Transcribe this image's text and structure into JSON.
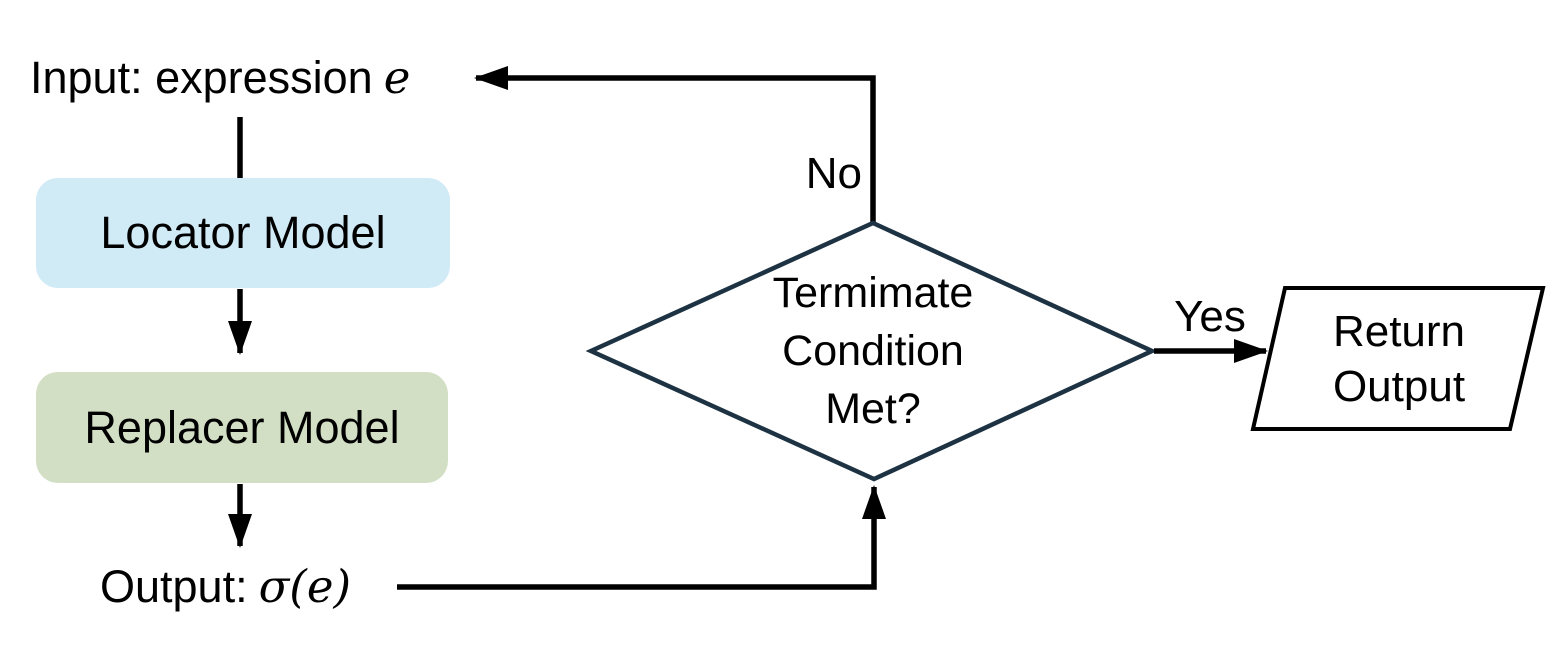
{
  "diagram": {
    "input": {
      "prefix": "Input: expression",
      "symbol": "e"
    },
    "locator": {
      "label": "Locator Model"
    },
    "replacer": {
      "label": "Replacer Model"
    },
    "output": {
      "prefix": "Output:",
      "symbol": "σ(e)"
    },
    "decision": {
      "line1": "Termimate",
      "line2": "Condition",
      "line3": "Met?"
    },
    "edges": {
      "no": "No",
      "yes": "Yes"
    },
    "terminal": {
      "line1": "Return",
      "line2": "Output"
    },
    "colors": {
      "locator_fill": "#D0EAF6",
      "replacer_fill": "#D2DFC4",
      "decision_stroke": "#1D3242",
      "terminal_stroke": "#000000",
      "arrow": "#000000"
    }
  }
}
